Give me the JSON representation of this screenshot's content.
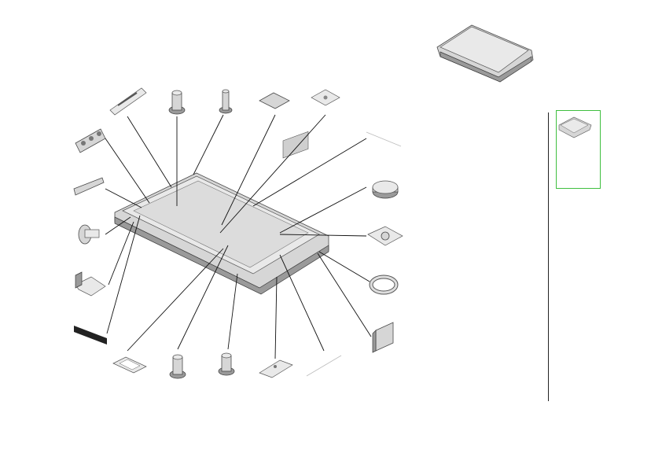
{
  "diagram": {
    "type": "exploded-assembly-view",
    "parts": [
      "gasket-strip",
      "pin-top-a",
      "pin-top-b",
      "pad-square",
      "bracket-square-top",
      "connector-block",
      "flat-strip",
      "screw-left",
      "l-bracket",
      "black-strip",
      "tray-frame",
      "pin-bottom-a",
      "pin-bottom-b",
      "clip-bottom",
      "thin-line-bottom",
      "thin-line-top",
      "round-button",
      "plate-with-dome",
      "ring-washer",
      "corner-cap"
    ]
  },
  "thumbnail_panel": {
    "selected_index": 0,
    "accent_color": "#3fbf3f"
  }
}
